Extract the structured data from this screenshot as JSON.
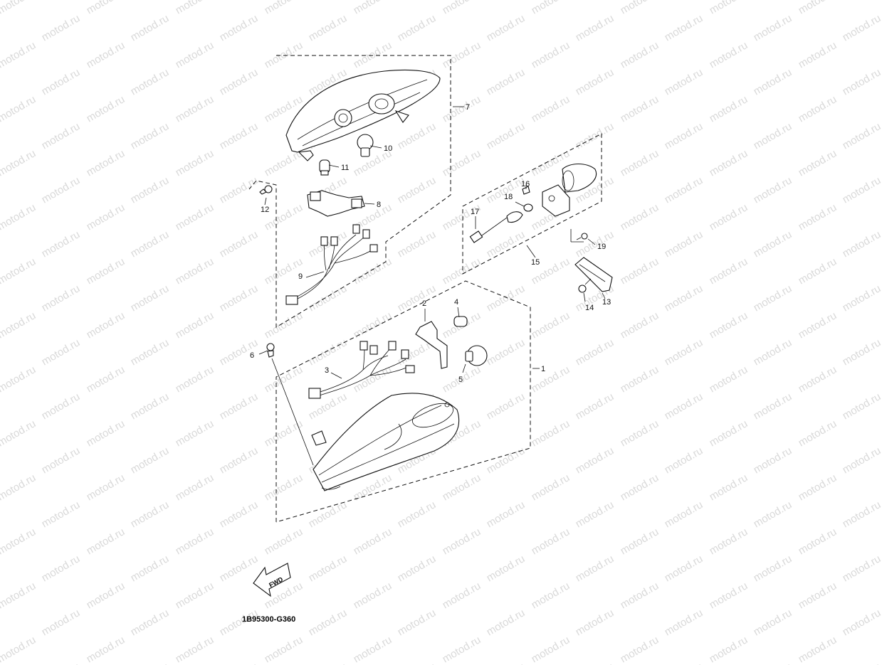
{
  "watermark": "motod.ru",
  "diagram_code": "1B95300-G360",
  "fwd_label": "FWD",
  "callouts": {
    "c1": "1",
    "c2": "2",
    "c3": "3",
    "c4": "4",
    "c5": "5",
    "c6": "6",
    "c7": "7",
    "c8": "8",
    "c9": "9",
    "c10": "10",
    "c11": "11",
    "c12": "12",
    "c13": "13",
    "c14": "14",
    "c15": "15",
    "c16": "16",
    "c17": "17",
    "c18": "18",
    "c19": "19"
  }
}
